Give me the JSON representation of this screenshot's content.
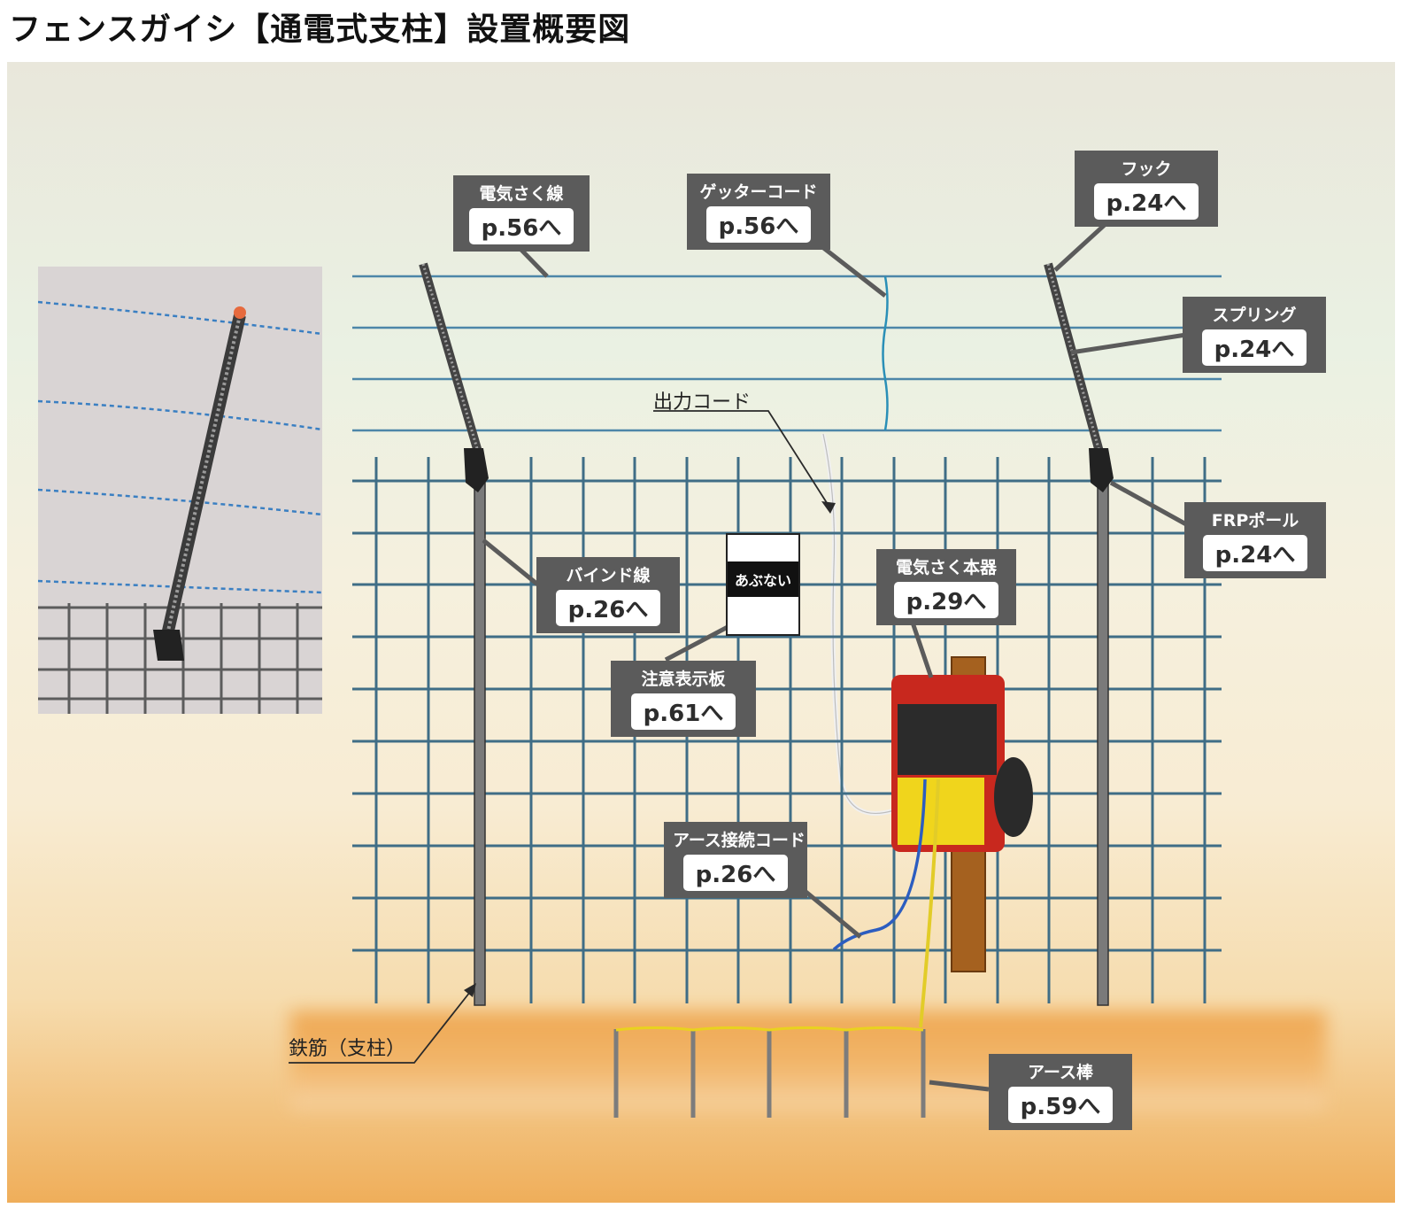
{
  "title": "フェンスガイシ【通電式支柱】設置概要図",
  "labels": {
    "wire": {
      "name": "電気さく線",
      "page": "p.56へ"
    },
    "getter": {
      "name": "ゲッターコード",
      "page": "p.56へ"
    },
    "hook": {
      "name": "フック",
      "page": "p.24へ"
    },
    "spring": {
      "name": "スプリング",
      "page": "p.24へ"
    },
    "frp": {
      "name": "FRPポール",
      "page": "p.24へ"
    },
    "bind": {
      "name": "バインド線",
      "page": "p.26へ"
    },
    "energizer": {
      "name": "電気さく本器",
      "page": "p.29へ"
    },
    "warning": {
      "name": "注意表示板",
      "page": "p.61へ"
    },
    "earth_cord": {
      "name": "アース接続コード",
      "page": "p.26へ"
    },
    "earth_rod": {
      "name": "アース棒",
      "page": "p.59へ"
    }
  },
  "plain_labels": {
    "output_cord": "出力コード",
    "rebar": "鉄筋（支柱）"
  },
  "sign_text": "あぶない",
  "colors": {
    "label_bg": "#5b5b5b",
    "mesh": "#3f6d86",
    "wire": "#4d86a8",
    "ground": "#eea34a"
  }
}
